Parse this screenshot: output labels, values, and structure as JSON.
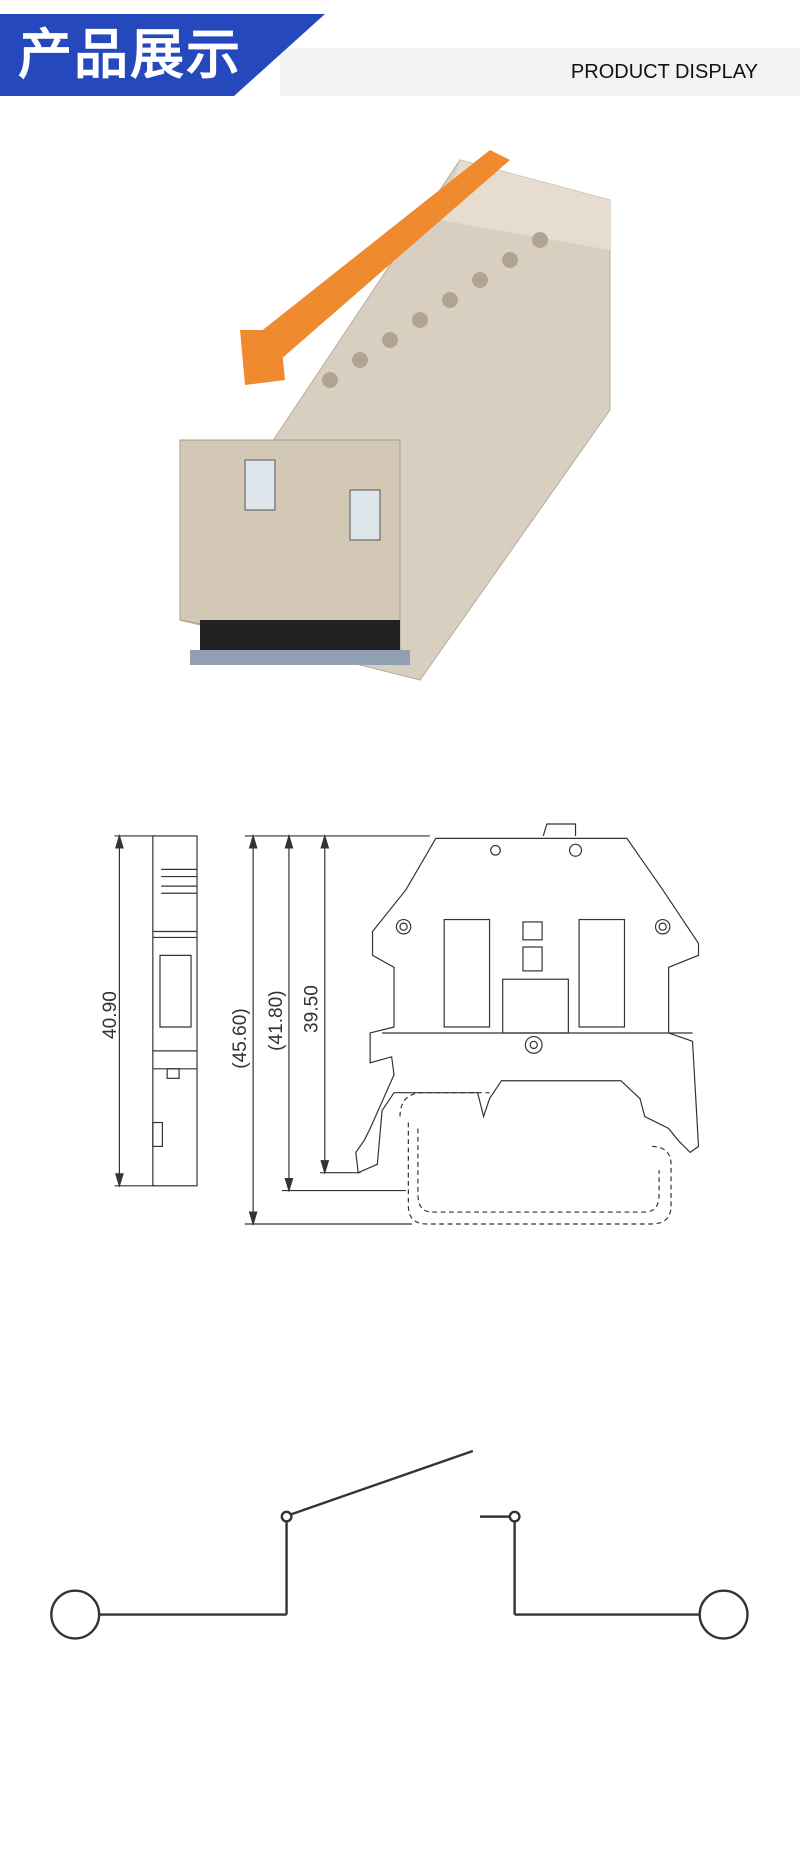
{
  "header": {
    "title": "产品展示",
    "subtitle": "PRODUCT DISPLAY"
  },
  "drawing": {
    "dimensions": {
      "side_height": "40.90",
      "overall": "(45.60)",
      "mid": "(41.80)",
      "body": "39.50"
    }
  },
  "colors": {
    "brand_blue": "#2549bd",
    "band_grey": "#f2f2f2",
    "body_beige": "#d9cfc0",
    "lever_orange": "#f08a2e",
    "line": "#333333"
  }
}
